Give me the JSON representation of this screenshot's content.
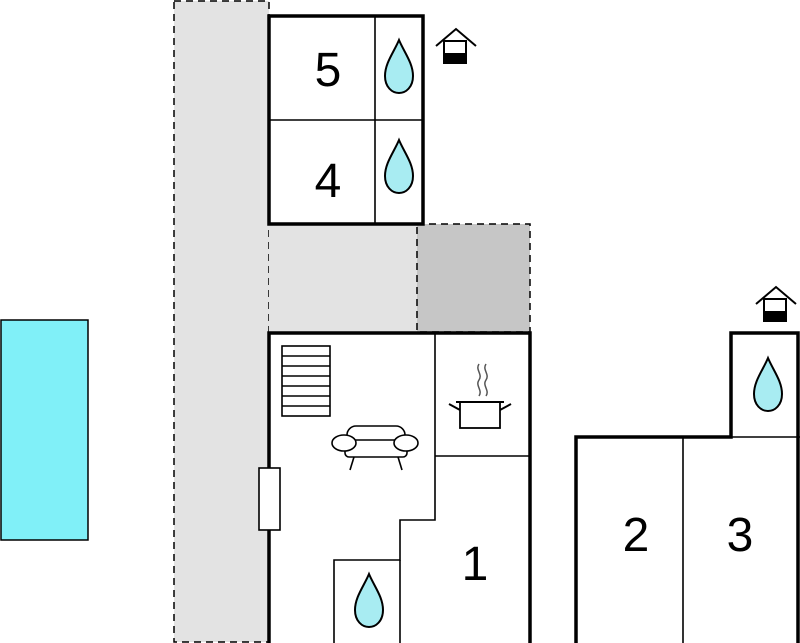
{
  "rooms": [
    {
      "id": "1",
      "label": "1"
    },
    {
      "id": "2",
      "label": "2"
    },
    {
      "id": "3",
      "label": "3"
    },
    {
      "id": "4",
      "label": "4"
    },
    {
      "id": "5",
      "label": "5"
    }
  ],
  "icons": {
    "bathroom": "water-drop-icon",
    "kitchen": "cooking-pot-icon",
    "living": "sofa-icon",
    "stairs": "stairs-icon",
    "entrance": "house-entrance-icon",
    "pool": "swimming-pool"
  },
  "colors": {
    "pool": "#80f0f8",
    "water_drop": "#a8ecf2",
    "terrace_light": "#e3e3e3",
    "terrace_dark": "#c6c6c6",
    "walls": "#000000"
  }
}
